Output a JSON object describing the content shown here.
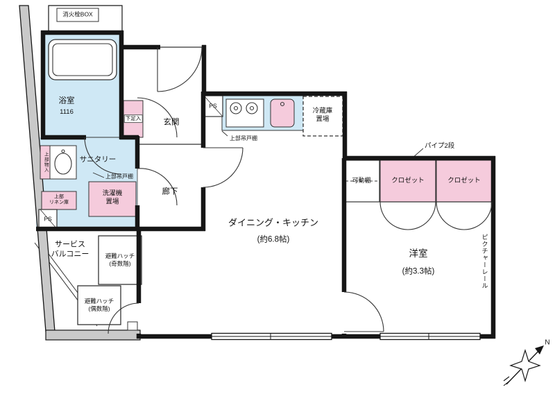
{
  "plan": {
    "rooms": {
      "bathroom": {
        "name": "浴室",
        "size": "1116"
      },
      "sanitary": {
        "name": "サニタリー"
      },
      "entrance": {
        "name": "玄関"
      },
      "hallway": {
        "name": "廊下"
      },
      "dining_kitchen": {
        "name": "ダイニング・キッチン",
        "size": "(約6.8帖)"
      },
      "western_room": {
        "name": "洋室",
        "size": "(約3.3帖)"
      },
      "service_balcony": {
        "name": "サービス\nバルコニー"
      }
    },
    "fixtures": {
      "fire_hydrant_box": "消火栓BOX",
      "shoe_cabinet": "下足入",
      "pipe_space_top": "PS",
      "pipe_space_left": "PS",
      "upper_cabinet_sanitary": "上部吊戸棚",
      "upper_storage": "上部物入",
      "upper_linen": "上部\nリネン庫",
      "washer_space": "洗濯機\n置場",
      "upper_cabinet_kitchen": "上部吊戸棚",
      "fridge_space": "冷蔵庫\n置場",
      "movable_shelf": "可動棚",
      "pipe_hanger": "パイプ2段",
      "closet_left": "クロゼット",
      "closet_right": "クロゼット",
      "picture_rail": "ピクチャーレール",
      "escape_hatch_odd": "避難ハッチ\n(奇数階)",
      "escape_hatch_even": "避難ハッチ\n(偶数階)"
    },
    "compass": {
      "north_label": "N"
    },
    "colors": {
      "water_area": "#cfe8f5",
      "storage_pink": "#f5cbdc",
      "concrete": "#c9c9c9",
      "wall": "#161616"
    }
  }
}
